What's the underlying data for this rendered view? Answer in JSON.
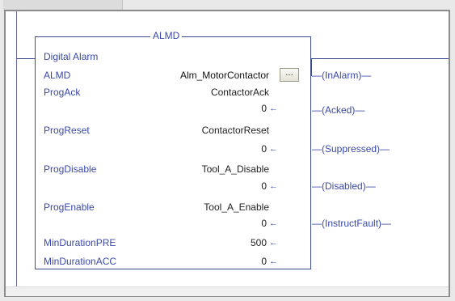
{
  "block": {
    "title": "ALMD",
    "type_label": "Digital Alarm",
    "instance_param": "ALMD",
    "instance_value": "Alm_MotorContactor",
    "browse_label": "...",
    "inputs": [
      {
        "param": "ProgAck",
        "tag": "ContactorAck",
        "value": "0"
      },
      {
        "param": "ProgReset",
        "tag": "ContactorReset",
        "value": "0"
      },
      {
        "param": "ProgDisable",
        "tag": "Tool_A_Disable",
        "value": "0"
      },
      {
        "param": "ProgEnable",
        "tag": "Tool_A_Enable",
        "value": "0"
      },
      {
        "param": "MinDurationPRE",
        "tag": "",
        "value": "500"
      },
      {
        "param": "MinDurationACC",
        "tag": "",
        "value": "0"
      }
    ],
    "outputs": [
      "InAlarm",
      "Acked",
      "Suppressed",
      "Disabled",
      "InstructFault"
    ],
    "arrow_glyph": "←"
  }
}
